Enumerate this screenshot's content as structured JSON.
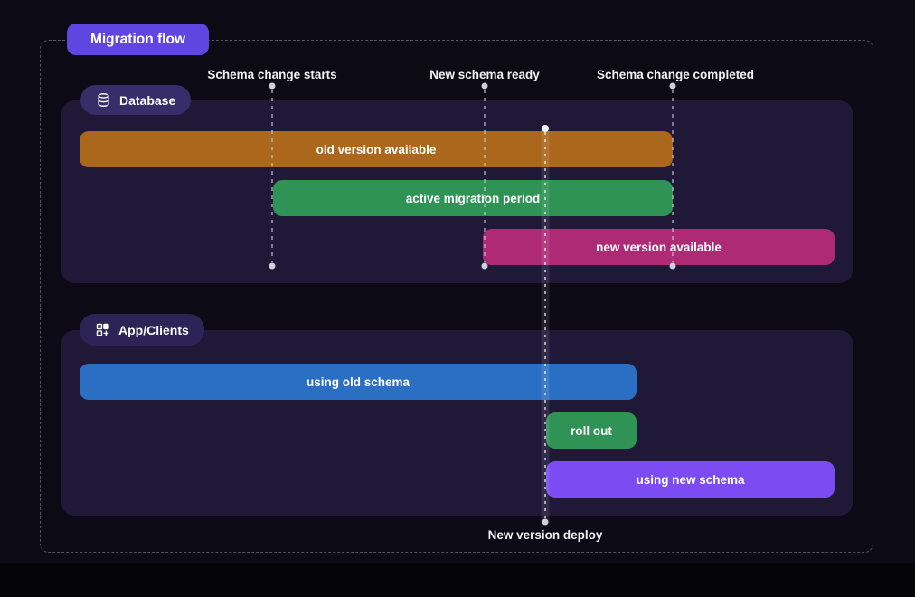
{
  "title": "Migration flow",
  "milestones": {
    "schema_change_starts": "Schema change starts",
    "new_schema_ready": "New schema ready",
    "schema_change_completed": "Schema change completed",
    "new_version_deploy": "New version deploy"
  },
  "sections": {
    "database": {
      "label": "Database",
      "icon": "database-icon",
      "bars": {
        "old_version": {
          "label": "old version available",
          "color": "#ab671c"
        },
        "active_migration": {
          "label": "active migration period",
          "color": "#2f9355"
        },
        "new_version": {
          "label": "new version available",
          "color": "#ae2a75"
        }
      }
    },
    "app_clients": {
      "label": "App/Clients",
      "icon": "apps-plus-icon",
      "bars": {
        "using_old_schema": {
          "label": "using old schema",
          "color": "#2b6fc4"
        },
        "roll_out": {
          "label": "roll out",
          "color": "#2f9355"
        },
        "using_new_schema": {
          "label": "using new schema",
          "color": "#7c4cf2"
        }
      }
    }
  },
  "colors": {
    "background": "#0c0a15",
    "panel": "#1f1937",
    "title_badge": "#5f46e0",
    "database_badge": "#372d68",
    "app_badge": "#2c2456",
    "dashed_border": "#55525f",
    "milestone_dot": "#cfcfda",
    "deploy_line": "#f0f0f5"
  }
}
